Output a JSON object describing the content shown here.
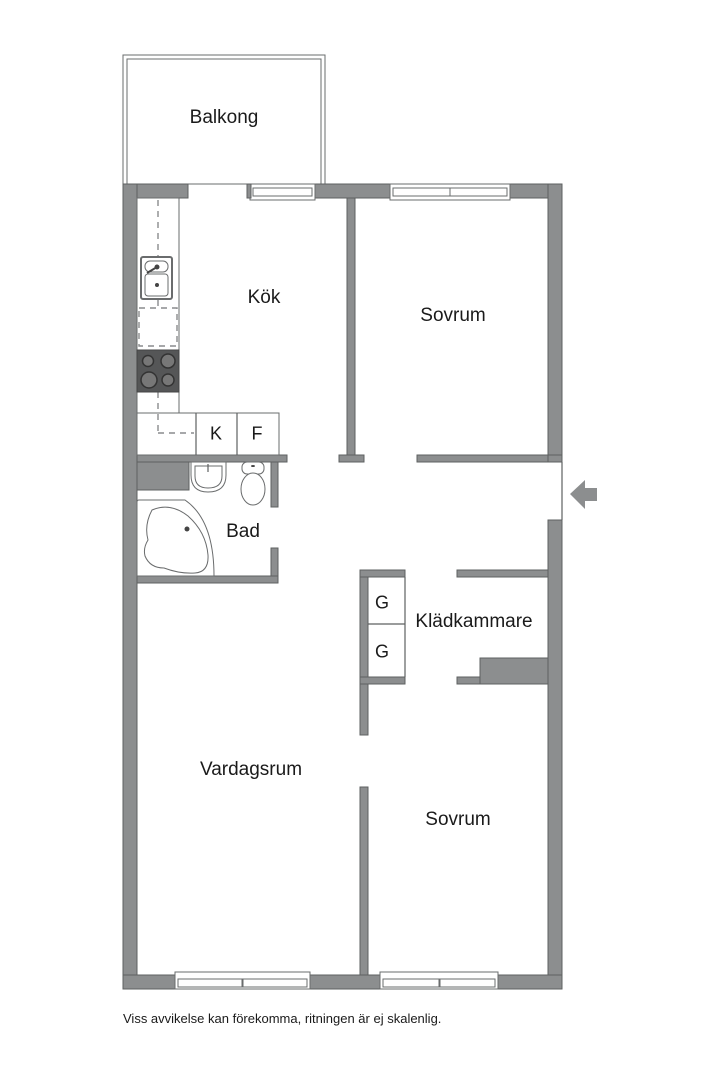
{
  "floorplan": {
    "rooms": [
      {
        "id": "balcony",
        "label": "Balkong"
      },
      {
        "id": "kitchen",
        "label": "Kök"
      },
      {
        "id": "bedroom_1",
        "label": "Sovrum"
      },
      {
        "id": "bathroom",
        "label": "Bad"
      },
      {
        "id": "walk_in_closet",
        "label": "Klädkammare"
      },
      {
        "id": "living_room",
        "label": "Vardagsrum"
      },
      {
        "id": "bedroom_2",
        "label": "Sovrum"
      }
    ],
    "fixtures": {
      "fridge_label": "K",
      "freezer_label": "F",
      "wardrobe_1_label": "G",
      "wardrobe_2_label": "G"
    },
    "entrance": {
      "icon": "arrow-left-icon",
      "color": "#8c8e8f"
    },
    "colors": {
      "wall": "#8c8e8f",
      "wall_stroke": "#5e6061",
      "background": "#ffffff",
      "stove": "#555657"
    }
  },
  "footer": {
    "disclaimer": "Viss avvikelse kan förekomma, ritningen är ej skalenlig."
  }
}
